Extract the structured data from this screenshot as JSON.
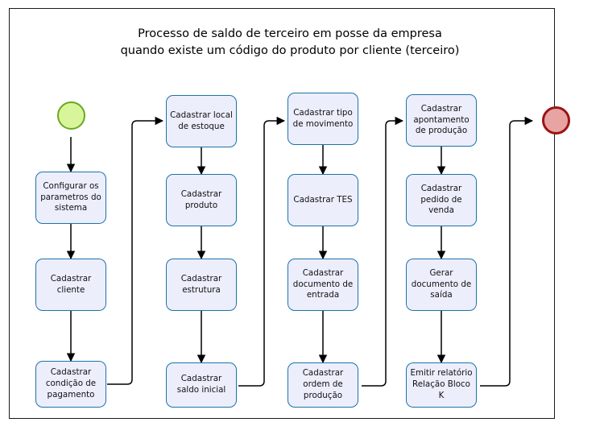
{
  "diagram": {
    "title_line_1": "Processo de saldo de terceiro em posse da empresa",
    "title_line_2": "quando existe um código do produto por cliente (terceiro)",
    "colors": {
      "node_fill": "#eceefc",
      "node_border": "#1c73a8",
      "start_fill": "#d9f59c",
      "start_border": "#6aa81e",
      "end_fill": "#e8a3a3",
      "end_border": "#9c1414",
      "connector": "#000000",
      "frame": "#1a1a1a"
    },
    "start_node": {
      "name": "start-event",
      "label": ""
    },
    "end_node": {
      "name": "end-event",
      "label": ""
    },
    "columns": [
      {
        "name": "column-1",
        "nodes": [
          {
            "label": "Configurar os parametros do sistema"
          },
          {
            "label": "Cadastrar cliente"
          },
          {
            "label": "Cadastrar condição de pagamento"
          }
        ]
      },
      {
        "name": "column-2",
        "nodes": [
          {
            "label": "Cadastrar local de estoque"
          },
          {
            "label": "Cadastrar produto"
          },
          {
            "label": "Cadastrar estrutura"
          },
          {
            "label": "Cadastrar saldo inicial"
          }
        ]
      },
      {
        "name": "column-3",
        "nodes": [
          {
            "label": "Cadastrar tipo de movimento"
          },
          {
            "label": "Cadastrar TES"
          },
          {
            "label": "Cadastrar documento de entrada"
          },
          {
            "label": "Cadastrar ordem de produção"
          }
        ]
      },
      {
        "name": "column-4",
        "nodes": [
          {
            "label": "Cadastrar apontamento de produção"
          },
          {
            "label": "Cadastrar pedido de venda"
          },
          {
            "label": "Gerar documento de saída"
          },
          {
            "label": "Emitir relatório Relação Bloco K"
          }
        ]
      }
    ],
    "flow_sequence": [
      "start-event",
      "Configurar os parametros do sistema",
      "Cadastrar cliente",
      "Cadastrar condição de pagamento",
      "Cadastrar local de estoque",
      "Cadastrar produto",
      "Cadastrar estrutura",
      "Cadastrar saldo inicial",
      "Cadastrar tipo de movimento",
      "Cadastrar TES",
      "Cadastrar documento de entrada",
      "Cadastrar ordem de produção",
      "Cadastrar apontamento de produção",
      "Cadastrar pedido de venda",
      "Gerar documento de saída",
      "Emitir relatório Relação Bloco K",
      "end-event"
    ]
  }
}
